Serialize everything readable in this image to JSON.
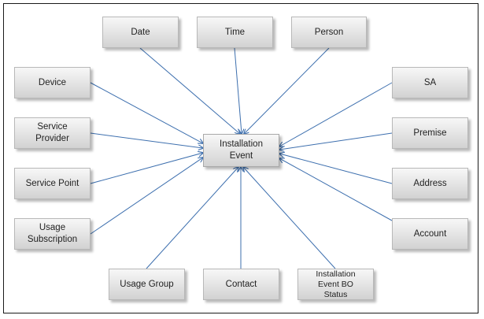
{
  "diagram": {
    "center": {
      "id": "installation-event",
      "label": "Installation\nEvent"
    },
    "nodes": [
      {
        "id": "date",
        "label": "Date"
      },
      {
        "id": "time",
        "label": "Time"
      },
      {
        "id": "person",
        "label": "Person"
      },
      {
        "id": "device",
        "label": "Device"
      },
      {
        "id": "service-provider",
        "label": "Service\nProvider"
      },
      {
        "id": "service-point",
        "label": "Service Point"
      },
      {
        "id": "usage-subscription",
        "label": "Usage\nSubscription"
      },
      {
        "id": "usage-group",
        "label": "Usage Group"
      },
      {
        "id": "contact",
        "label": "Contact"
      },
      {
        "id": "installation-event-bo-status",
        "label": "Installation\nEvent BO\nStatus"
      },
      {
        "id": "sa",
        "label": "SA"
      },
      {
        "id": "premise",
        "label": "Premise"
      },
      {
        "id": "address",
        "label": "Address"
      },
      {
        "id": "account",
        "label": "Account"
      }
    ],
    "edge_color": "#3d6fae"
  }
}
